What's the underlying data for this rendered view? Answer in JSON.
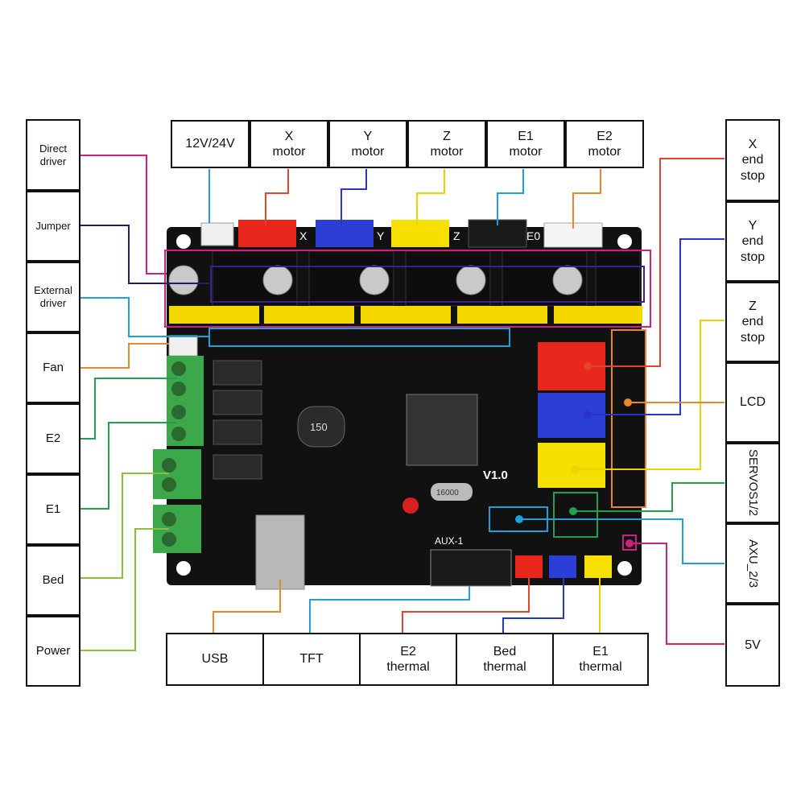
{
  "top_labels": [
    "12V/24V",
    "X\nmotor",
    "Y\nmotor",
    "Z\nmotor",
    "E1\nmotor",
    "E2\nmotor"
  ],
  "left_labels": [
    "Direct\ndriver",
    "Jumper",
    "External\ndriver",
    "Fan",
    "E2",
    "E1",
    "Bed",
    "Power"
  ],
  "right_labels": [
    "X\nend\nstop",
    "Y\nend\nstop",
    "Z\nend\nstop",
    "LCD",
    "SERVOS1/2",
    "AXU_2/3",
    "5V"
  ],
  "bottom_labels": [
    "USB",
    "TFT",
    "E2\nthermal",
    "Bed\nthermal",
    "E1\nthermal"
  ],
  "board": {
    "version": "V1.0",
    "aux_label": "AUX-1",
    "inductor": "150",
    "crystal": "16000",
    "axis_marks": [
      "X",
      "Y",
      "Z",
      "E0"
    ]
  },
  "colors": {
    "board": "#111111",
    "terminal_green": "#3da84a",
    "header_yellow": "#f5d800",
    "line_red": "#e4452a",
    "line_blue": "#2b35c4",
    "line_yellow": "#f0d000",
    "line_lightblue": "#1fa0d8",
    "line_orange": "#e8882a",
    "line_magenta": "#d0207e",
    "line_navy": "#2a1a6e",
    "line_green": "#22a050",
    "line_lightgreen": "#88c03a"
  }
}
